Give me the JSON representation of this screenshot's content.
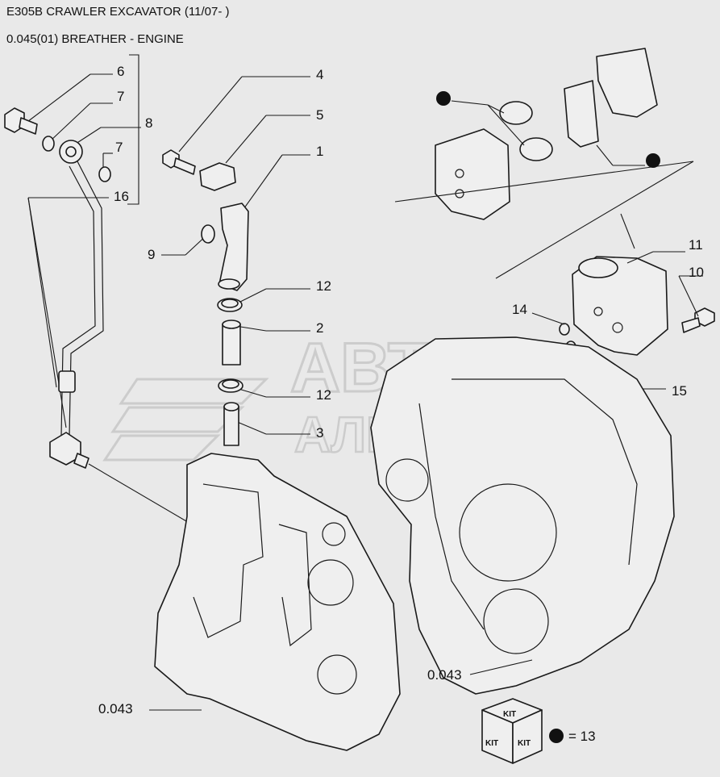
{
  "header": {
    "title": "E305B CRAWLER EXCAVATOR (11/07- )",
    "subtitle": "0.045(01) BREATHER - ENGINE"
  },
  "callouts": {
    "c6": "6",
    "c7a": "7",
    "c8": "8",
    "c7b": "7",
    "c16": "16",
    "c4": "4",
    "c5": "5",
    "c1": "1",
    "c9": "9",
    "c12a": "12",
    "c2": "2",
    "c12b": "12",
    "c3": "3",
    "c11": "11",
    "c10": "10",
    "c14": "14",
    "c15": "15",
    "ref_left": "0.043",
    "ref_right": "0.043"
  },
  "legend": {
    "kit_label": "KIT",
    "kit_equals": "= 13"
  },
  "watermark": {
    "line1": "АВТО",
    "line2": "АЛЬЯНС"
  },
  "colors": {
    "background": "#e9e9e9",
    "line": "#1a1a1a",
    "watermark": "#c9c9c9"
  }
}
